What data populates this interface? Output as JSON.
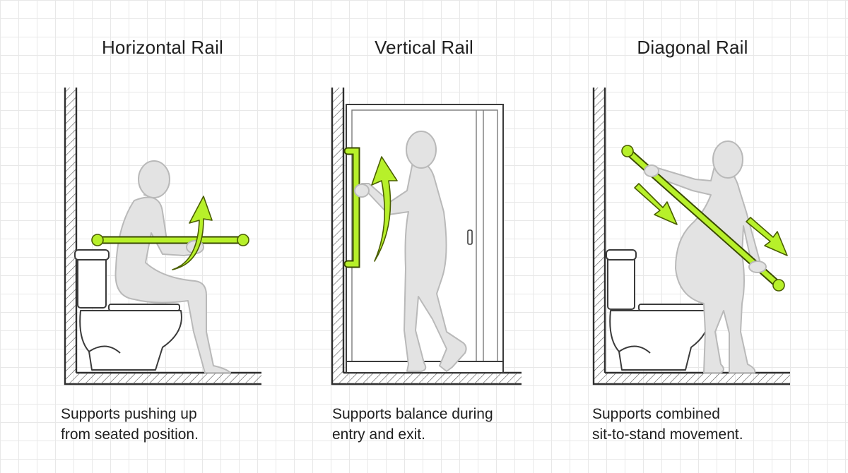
{
  "panels": [
    {
      "title": "Horizontal Rail",
      "caption": "Supports pushing up\nfrom seated position."
    },
    {
      "title": "Vertical Rail",
      "caption": "Supports balance during\nentry and exit."
    },
    {
      "title": "Diagonal Rail",
      "caption": "Supports combined\nsit-to-stand movement."
    }
  ],
  "colors": {
    "rail": "#b7f02a",
    "rail_outline": "#3a4a00",
    "figure": "#e3e3e3",
    "grid": "#e8e8e8"
  }
}
